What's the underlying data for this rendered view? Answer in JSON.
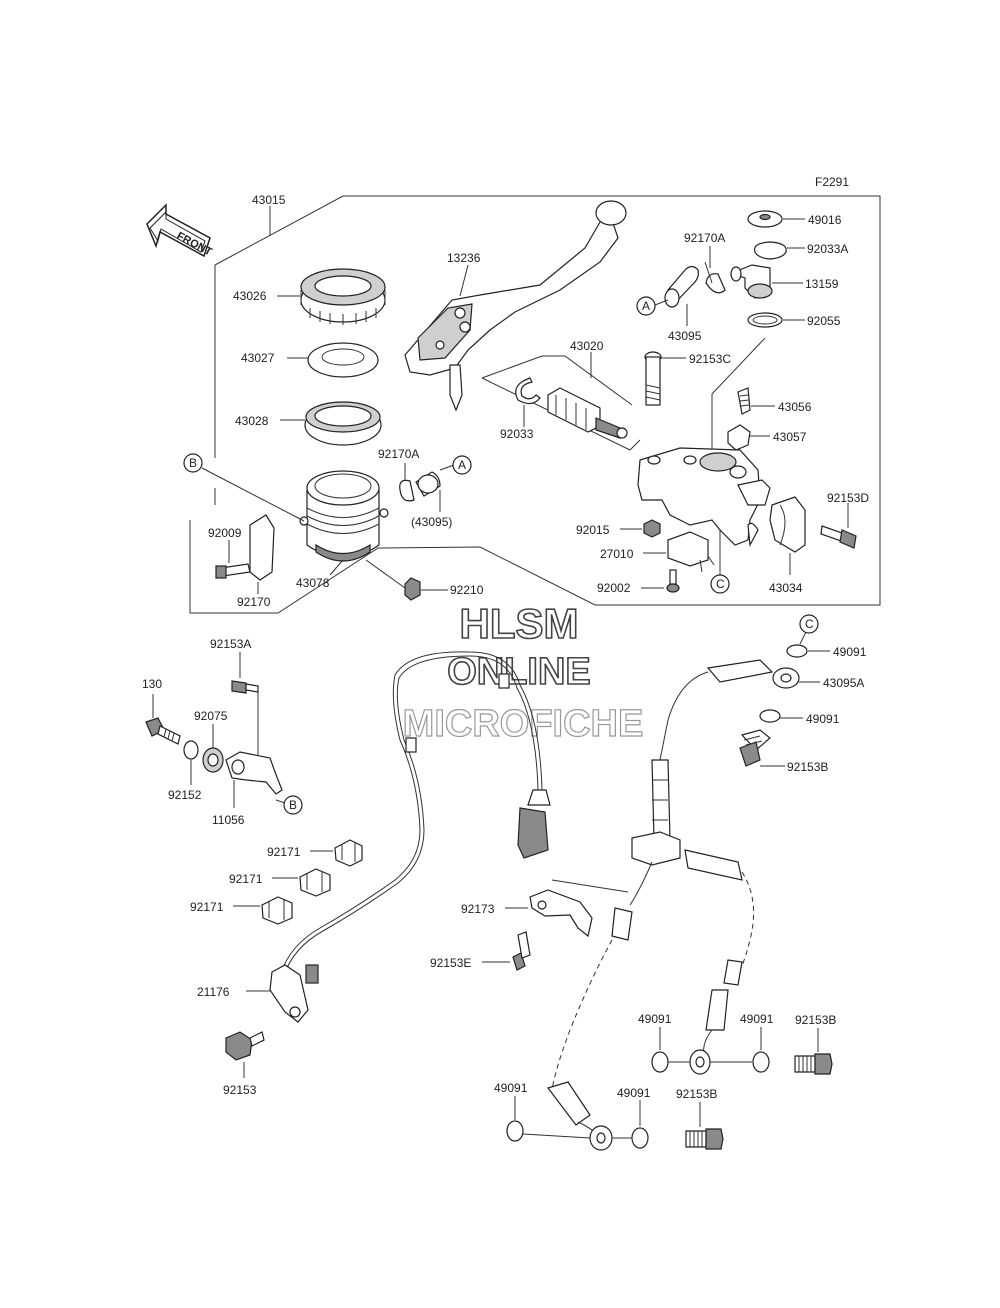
{
  "figure_id": "F2291",
  "front_label": "FRONT",
  "watermark": {
    "line1": "HLSM",
    "line2": "ONLINE",
    "line3": "MICROFICHE"
  },
  "callouts": {
    "a": "A",
    "b": "B",
    "c": "C"
  },
  "parts": {
    "p43015": "43015",
    "p43026": "43026",
    "p43027": "43027",
    "p43028": "43028",
    "p43078": "43078",
    "p13236": "13236",
    "p43020": "43020",
    "p92033": "92033",
    "p92170A_1": "92170A",
    "p43095_paren": "(43095)",
    "p92009": "92009",
    "p92170": "92170",
    "p92210": "92210",
    "p49016": "49016",
    "p92170A_2": "92170A",
    "p92033A": "92033A",
    "p13159": "13159",
    "p43095": "43095",
    "p92055": "92055",
    "p92153C": "92153C",
    "p43056": "43056",
    "p43057": "43057",
    "p92153D": "92153D",
    "p92015": "92015",
    "p27010": "27010",
    "p92002": "92002",
    "p43034": "43034",
    "p92153A": "92153A",
    "p130": "130",
    "p92075": "92075",
    "p92152": "92152",
    "p11056": "11056",
    "p92171_1": "92171",
    "p92171_2": "92171",
    "p92171_3": "92171",
    "p21176": "21176",
    "p92153": "92153",
    "p92173": "92173",
    "p92153E": "92153E",
    "p49091_1": "49091",
    "p43095A": "43095A",
    "p49091_2": "49091",
    "p92153B_1": "92153B",
    "p49091_3": "49091",
    "p49091_4": "49091",
    "p92153B_2": "92153B",
    "p49091_5": "49091",
    "p49091_6": "49091",
    "p92153B_3": "92153B"
  }
}
